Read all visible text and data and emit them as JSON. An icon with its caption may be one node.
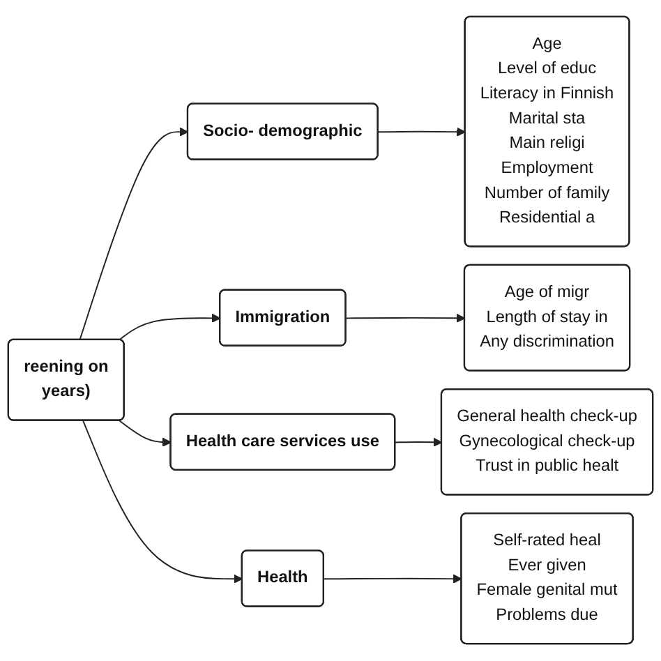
{
  "diagram": {
    "nodes": [
      {
        "text": [
          "reening on",
          "years)"
        ]
      },
      {
        "text": [
          "Socio- demographic"
        ]
      },
      {
        "text": [
          "Immigration"
        ]
      },
      {
        "text": [
          "Health care services use"
        ]
      },
      {
        "text": [
          "Health"
        ]
      },
      {
        "text": [
          "Age",
          "Level of educ",
          "Literacy in Finnish",
          "Marital sta",
          "Main religi",
          "Employment",
          "Number of family",
          "Residential a"
        ]
      },
      {
        "text": [
          "Age of migr",
          "Length of stay in",
          "Any discrimination"
        ]
      },
      {
        "text": [
          "General health check-up",
          "Gynecological check-up",
          "Trust in public healt"
        ]
      },
      {
        "text": [
          "Self-rated heal",
          "Ever given",
          "Female genital mut",
          "Problems due"
        ]
      }
    ],
    "edges": [
      {
        "from": 0,
        "to": 1,
        "arrow": "to"
      },
      {
        "from": 0,
        "to": 2,
        "arrow": "to"
      },
      {
        "from": 0,
        "to": 3,
        "arrow": "to"
      },
      {
        "from": 0,
        "to": 4,
        "arrow": "to"
      },
      {
        "from": 1,
        "to": 5,
        "arrow": "to"
      },
      {
        "from": 2,
        "to": 6,
        "arrow": "to"
      },
      {
        "from": 3,
        "to": 7,
        "arrow": "to"
      },
      {
        "from": 4,
        "to": 8,
        "arrow": "to"
      }
    ]
  }
}
